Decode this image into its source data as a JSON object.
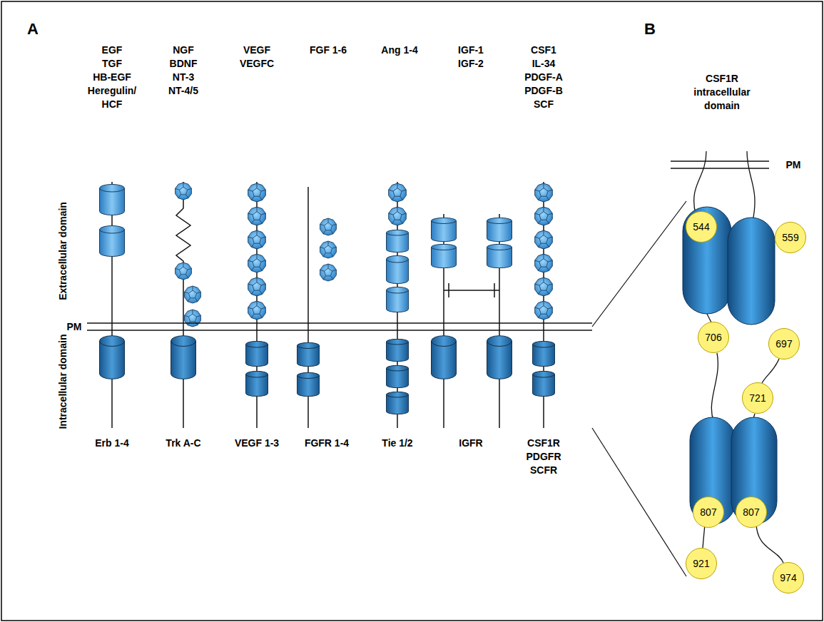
{
  "diagram": {
    "nodes": [
      {
        "text": [
          "544"
        ]
      },
      {
        "text": [
          "559"
        ]
      },
      {
        "text": [
          "706"
        ]
      },
      {
        "text": [
          "697"
        ]
      },
      {
        "text": [
          "721"
        ]
      },
      {
        "text": [
          "807"
        ]
      },
      {
        "text": [
          "807"
        ]
      },
      {
        "text": [
          "921"
        ]
      },
      {
        "text": [
          "974"
        ]
      }
    ],
    "labels": [
      "A",
      "B",
      "EGF",
      "TGF",
      "HB-EGF",
      "Heregulin/ HCF",
      "NGF",
      "BDNF",
      "NT-3",
      "NT-4/5",
      "VEGF",
      "VEGFC",
      "FGF 1-6",
      "Ang 1-4",
      "IGF-1",
      "IGF-2",
      "CSF1",
      "IL-34",
      "PDGF-A",
      "PDGF-B",
      "SCF",
      "Extracellular domain",
      "Intracellular domain",
      "PM",
      "Erb 1-4",
      "Trk A-C",
      "VEGF 1-3",
      "FGFR 1-4",
      "Tie 1/2",
      "IGFR",
      "CSF1R",
      "PDGFR",
      "SCFR",
      "CSF1R intracellular domain",
      "PM"
    ]
  }
}
